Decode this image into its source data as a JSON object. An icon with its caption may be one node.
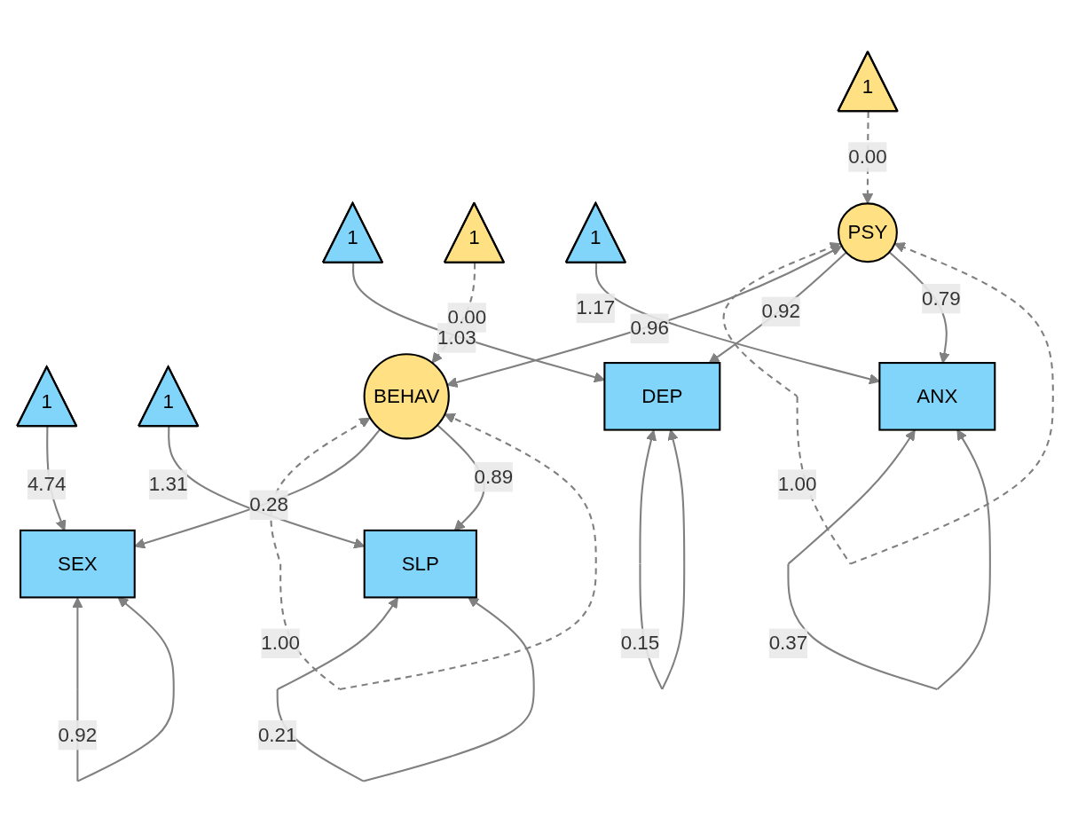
{
  "diagram": {
    "nodes": [
      {
        "text": [
          "1"
        ]
      },
      {
        "text": [
          "1"
        ]
      },
      {
        "text": [
          "PSY"
        ]
      },
      {
        "text": [
          "BEHAV"
        ]
      },
      {
        "text": [
          "DEP"
        ]
      },
      {
        "text": [
          "ANX"
        ]
      },
      {
        "text": [
          "SEX"
        ]
      },
      {
        "text": [
          "SLP"
        ]
      },
      {
        "text": [
          "1"
        ]
      },
      {
        "text": [
          "1"
        ]
      },
      {
        "text": [
          "1"
        ]
      },
      {
        "text": [
          "1"
        ]
      }
    ],
    "edges": [
      {
        "from": 0,
        "to": 2,
        "arrow": "to",
        "label": "0.00",
        "style": "dashed"
      },
      {
        "from": 2,
        "to": 2,
        "arrow": "both",
        "label": "1.00",
        "style": "dashed"
      },
      {
        "from": 1,
        "to": 3,
        "arrow": "to",
        "label": "0.00",
        "style": "dashed"
      },
      {
        "from": 3,
        "to": 3,
        "arrow": "both",
        "label": "1.00",
        "style": "dashed"
      },
      {
        "from": 2,
        "to": 3,
        "arrow": "both",
        "label": "0.96"
      },
      {
        "from": 2,
        "to": 4,
        "arrow": "to",
        "label": "0.92"
      },
      {
        "from": 2,
        "to": 5,
        "arrow": "to",
        "label": "0.79"
      },
      {
        "from": 3,
        "to": 6,
        "arrow": "to",
        "label": "0.28"
      },
      {
        "from": 3,
        "to": 7,
        "arrow": "to",
        "label": "0.89"
      },
      {
        "from": 4,
        "to": 4,
        "arrow": "both",
        "label": "0.15"
      },
      {
        "from": 8,
        "to": 4,
        "arrow": "to",
        "label": "1.03"
      },
      {
        "from": 5,
        "to": 5,
        "arrow": "both",
        "label": "0.37"
      },
      {
        "from": 9,
        "to": 5,
        "arrow": "to",
        "label": "1.17"
      },
      {
        "from": 6,
        "to": 6,
        "arrow": "both",
        "label": "0.92"
      },
      {
        "from": 10,
        "to": 6,
        "arrow": "to",
        "label": "4.74"
      },
      {
        "from": 7,
        "to": 7,
        "arrow": "both",
        "label": "0.21"
      },
      {
        "from": 11,
        "to": 7,
        "arrow": "to",
        "label": "1.31"
      }
    ]
  }
}
